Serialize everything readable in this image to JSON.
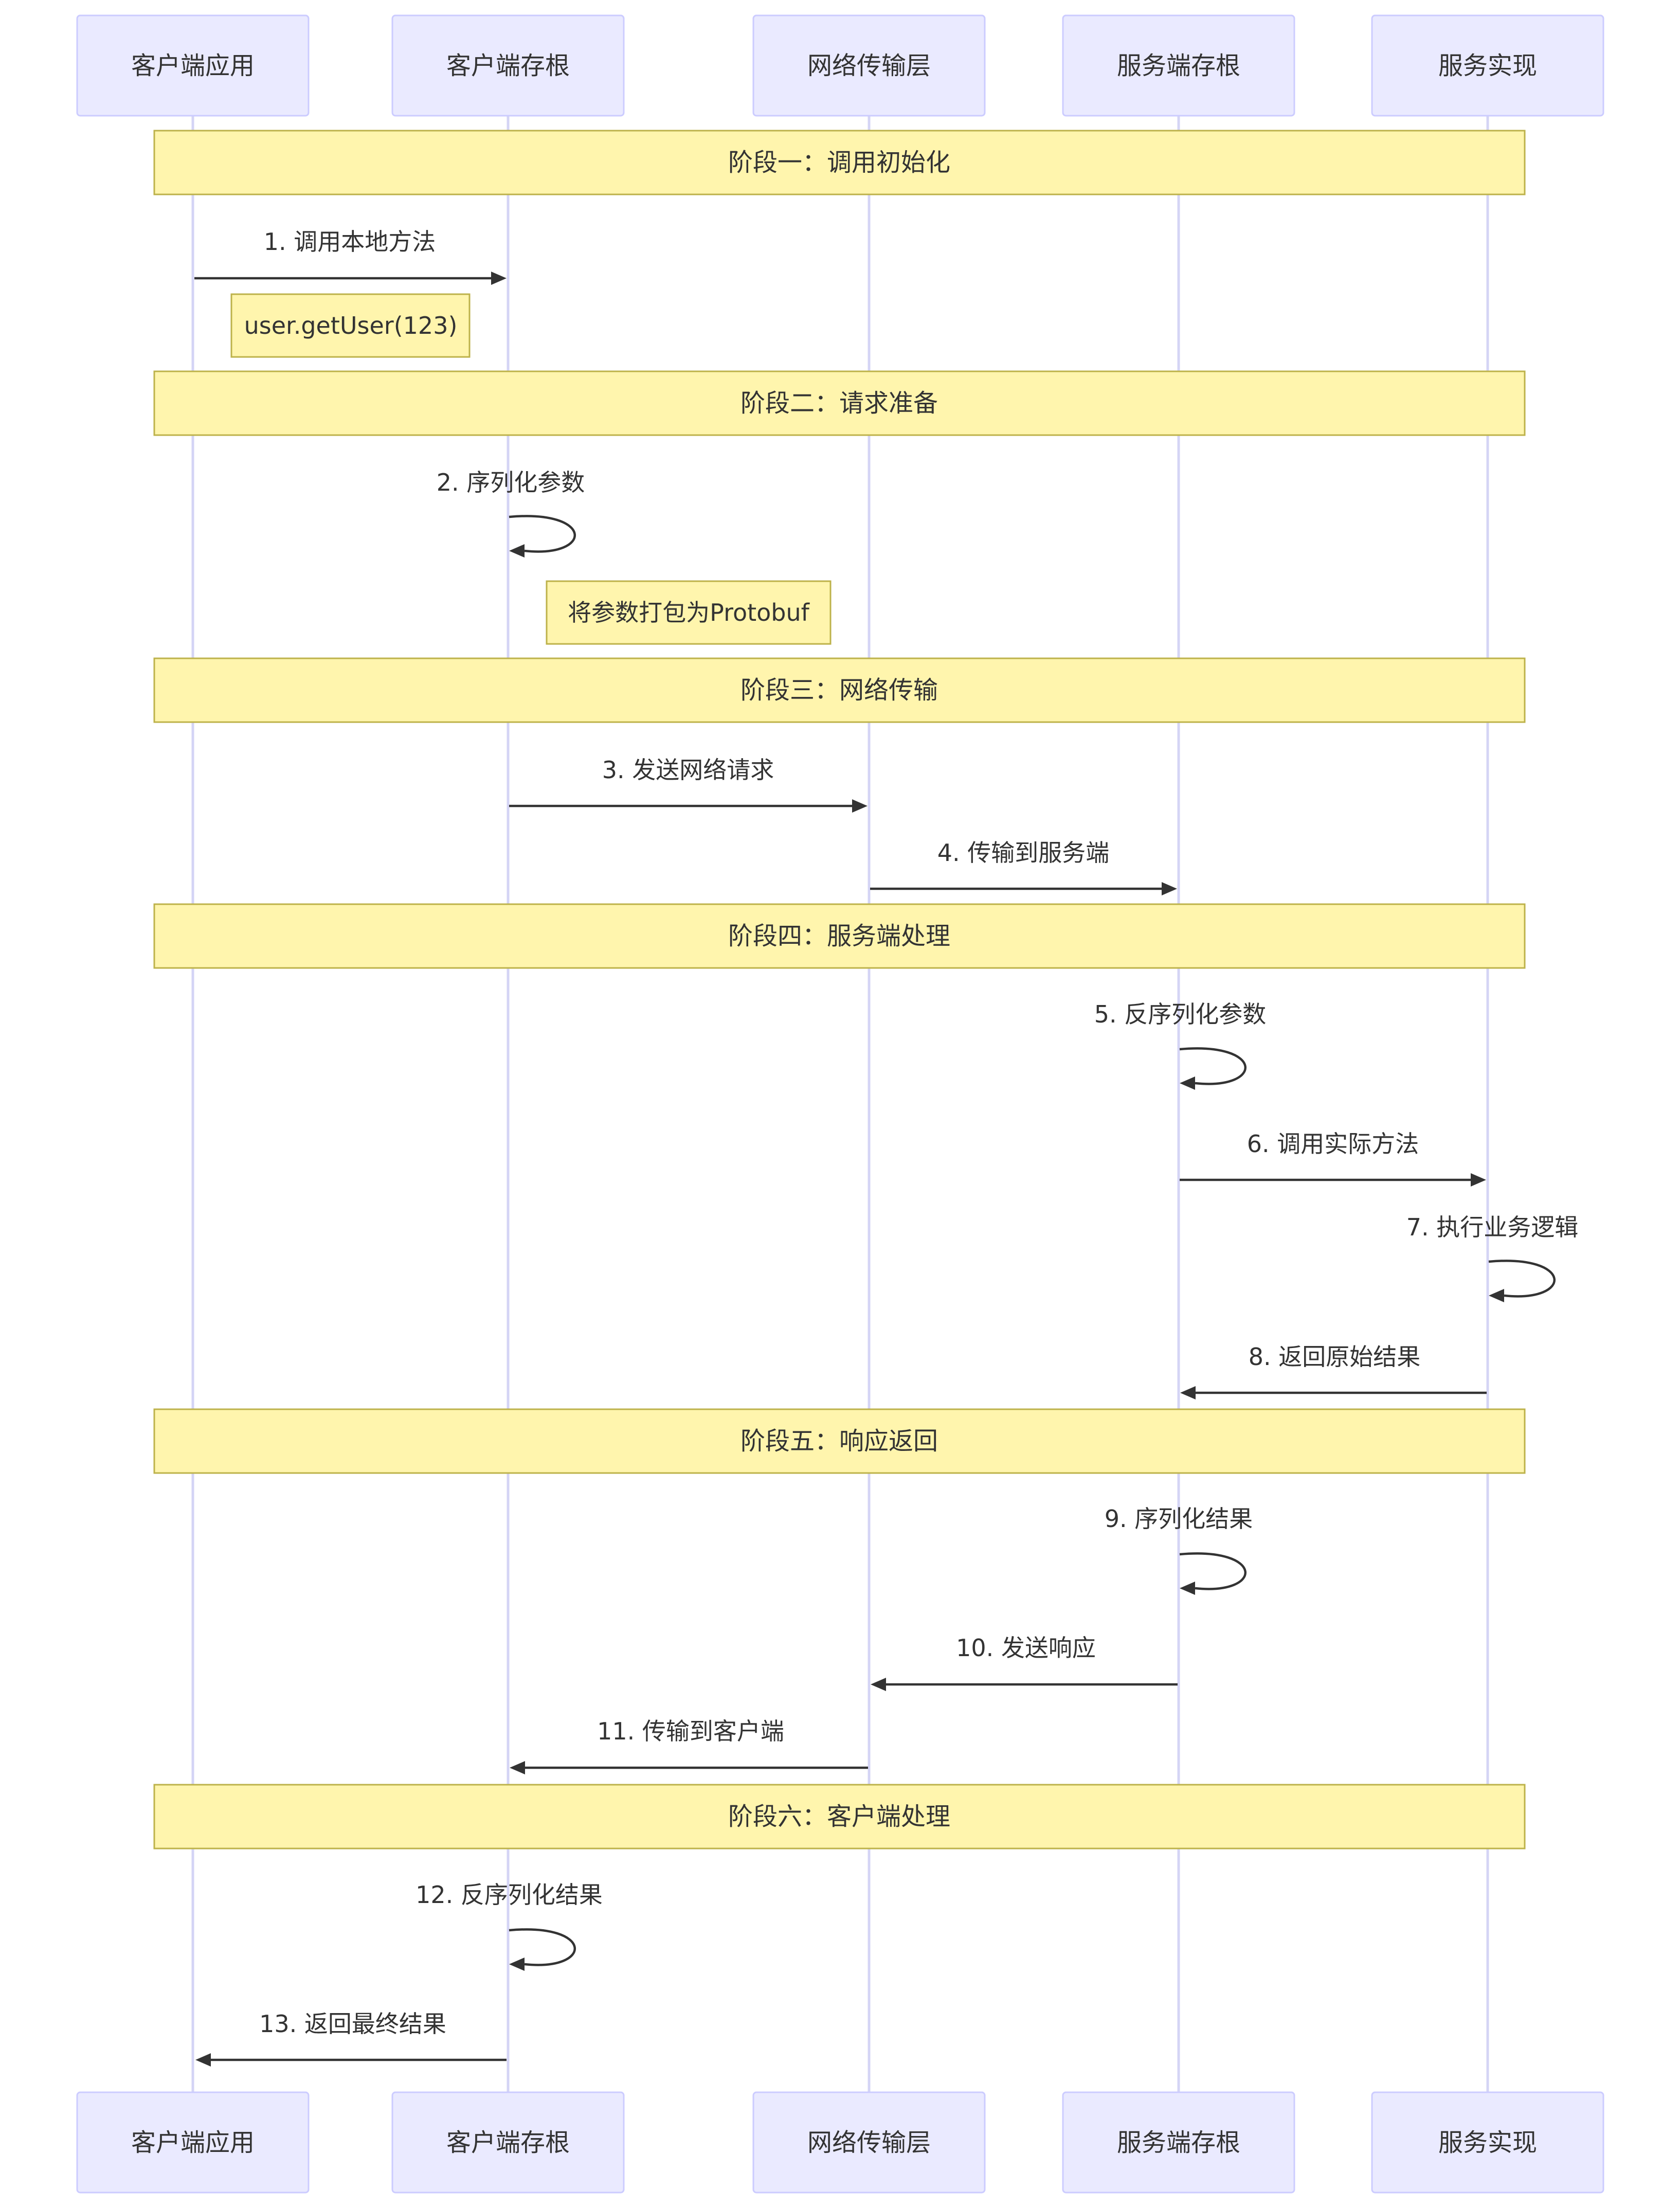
{
  "participants": [
    {
      "id": "client_app",
      "label": "客户端应用"
    },
    {
      "id": "client_stub",
      "label": "客户端存根"
    },
    {
      "id": "network",
      "label": "网络传输层"
    },
    {
      "id": "server_stub",
      "label": "服务端存根"
    },
    {
      "id": "service",
      "label": "服务实现"
    }
  ],
  "phases": [
    {
      "label": "阶段一：调用初始化"
    },
    {
      "label": "阶段二：请求准备"
    },
    {
      "label": "阶段三：网络传输"
    },
    {
      "label": "阶段四：服务端处理"
    },
    {
      "label": "阶段五：响应返回"
    },
    {
      "label": "阶段六：客户端处理"
    }
  ],
  "notes": [
    {
      "label": "user.getUser(123)"
    },
    {
      "label": "将参数打包为Protobuf"
    }
  ],
  "messages": [
    {
      "label": "1. 调用本地方法",
      "from": "client_app",
      "to": "client_stub"
    },
    {
      "label": "2. 序列化参数",
      "from": "client_stub",
      "to": "client_stub"
    },
    {
      "label": "3. 发送网络请求",
      "from": "client_stub",
      "to": "network"
    },
    {
      "label": "4. 传输到服务端",
      "from": "network",
      "to": "server_stub"
    },
    {
      "label": "5. 反序列化参数",
      "from": "server_stub",
      "to": "server_stub"
    },
    {
      "label": "6. 调用实际方法",
      "from": "server_stub",
      "to": "service"
    },
    {
      "label": "7. 执行业务逻辑",
      "from": "service",
      "to": "service"
    },
    {
      "label": "8. 返回原始结果",
      "from": "service",
      "to": "server_stub"
    },
    {
      "label": "9. 序列化结果",
      "from": "server_stub",
      "to": "server_stub"
    },
    {
      "label": "10. 发送响应",
      "from": "server_stub",
      "to": "network"
    },
    {
      "label": "11. 传输到客户端",
      "from": "network",
      "to": "client_stub"
    },
    {
      "label": "12. 反序列化结果",
      "from": "client_stub",
      "to": "client_stub"
    },
    {
      "label": "13. 返回最终结果",
      "from": "client_stub",
      "to": "client_app"
    }
  ]
}
